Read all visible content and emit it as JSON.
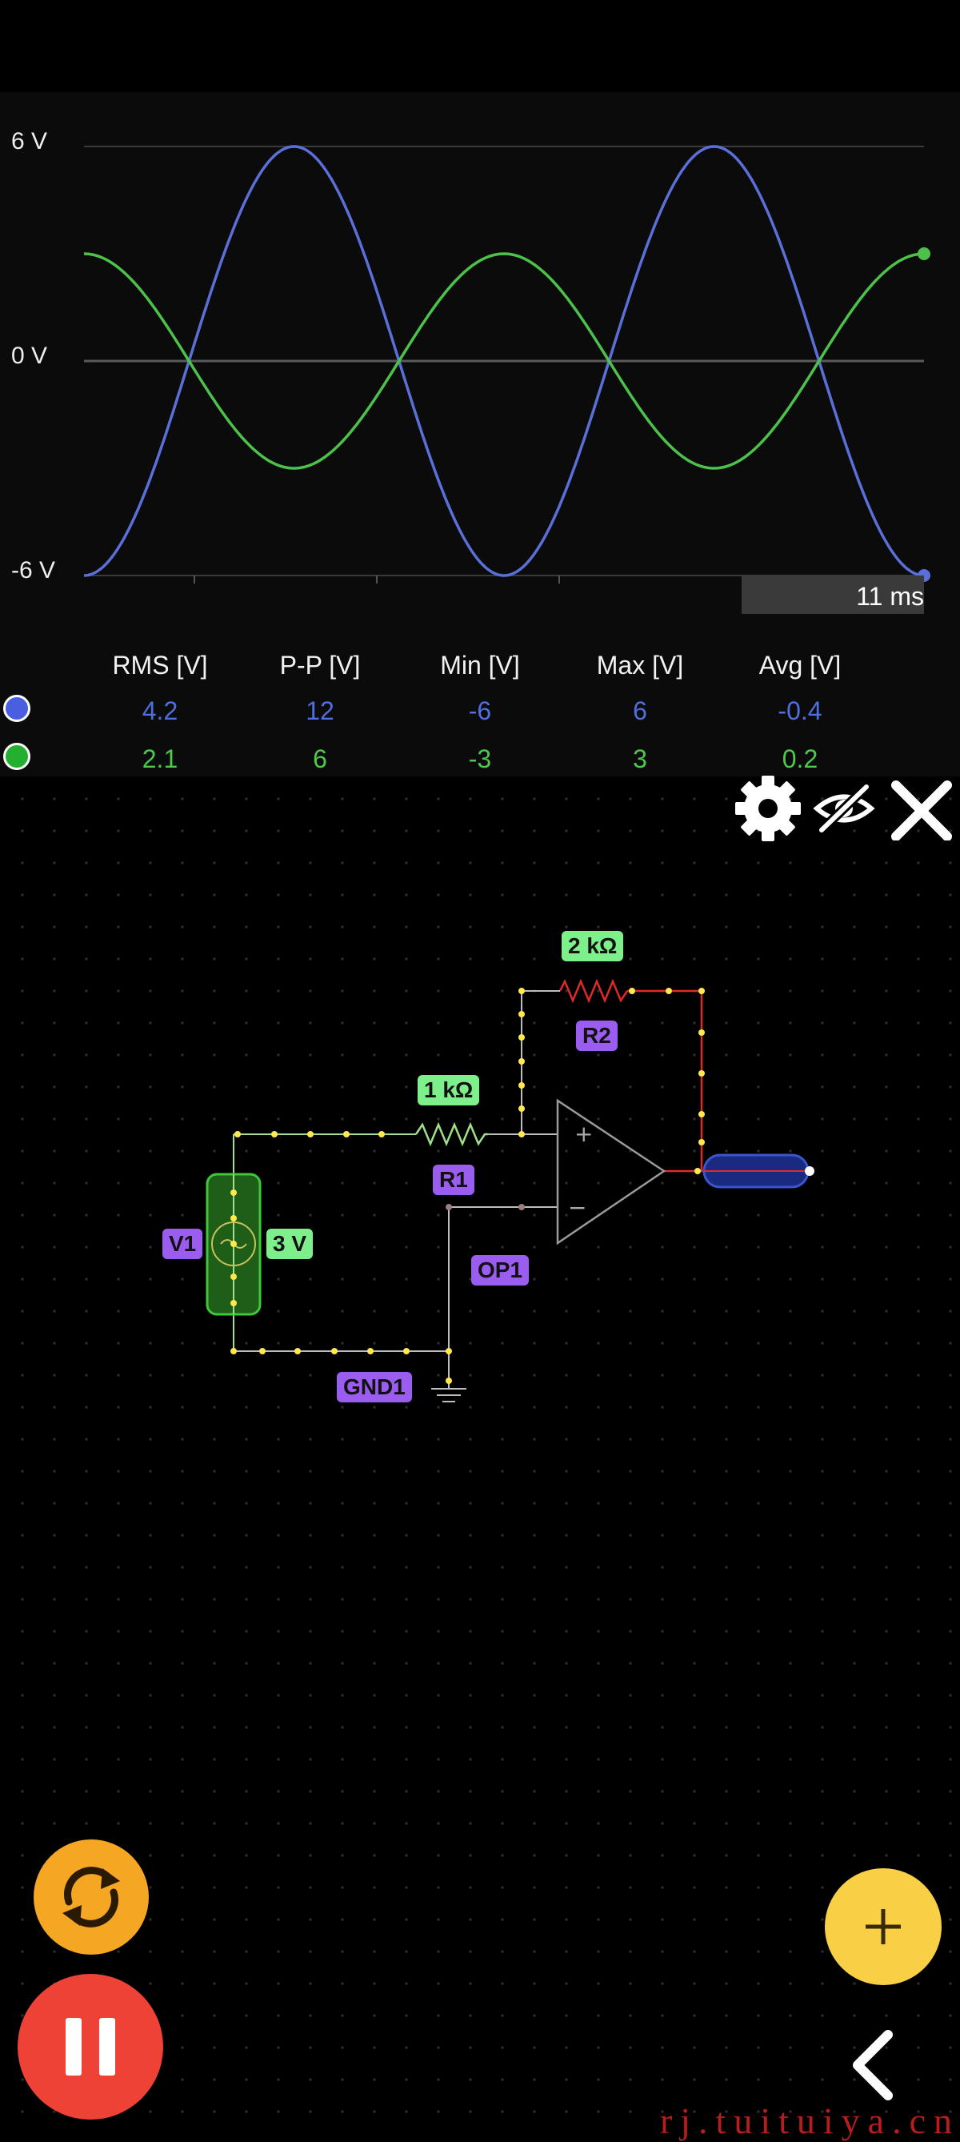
{
  "scope": {
    "y_labels": {
      "top": "6 V",
      "mid": "0 V",
      "bottom": "-6 V"
    },
    "time_window": "11 ms",
    "colors": {
      "channel1": "#5b6fd8",
      "channel2": "#4cc24a",
      "grid": "#3a3a3a"
    }
  },
  "chart_data": {
    "type": "line",
    "title": "",
    "xlabel": "",
    "ylabel": "",
    "ylim": [
      -6,
      6
    ],
    "y_ticks": [
      "6 V",
      "0 V",
      "-6 V"
    ],
    "x_window": "11 ms",
    "grid": true,
    "series": [
      {
        "name": "",
        "color": "#5b6fd8",
        "amplitude": 6,
        "periods": 2,
        "phase": "starts at minimum"
      },
      {
        "name": "",
        "color": "#4cc24a",
        "amplitude": 3,
        "periods": 2,
        "phase": "starts at maximum"
      }
    ]
  },
  "stats": {
    "headers": [
      "RMS [V]",
      "P-P [V]",
      "Min [V]",
      "Max [V]",
      "Avg [V]"
    ],
    "channels": [
      {
        "color": "#4a5fe0",
        "values": [
          "4.2",
          "12",
          "-6",
          "6",
          "-0.4"
        ]
      },
      {
        "color": "#22b02e",
        "values": [
          "2.1",
          "6",
          "-3",
          "3",
          "0.2"
        ]
      }
    ]
  },
  "toolbar": {
    "settings_icon": "gear-icon",
    "hide_icon": "eye-slash-icon",
    "close_icon": "close-icon"
  },
  "circuit": {
    "labels": {
      "r2_value": "2 kΩ",
      "r2_name": "R2",
      "r1_value": "1 kΩ",
      "r1_name": "R1",
      "v1_name": "V1",
      "v1_value": "3 V",
      "op1_name": "OP1",
      "gnd1_name": "GND1"
    },
    "opamp_plus": "+",
    "opamp_minus": "−"
  },
  "controls": {
    "refresh_icon": "refresh-icon",
    "pause_icon": "pause-icon",
    "add_icon": "plus-icon",
    "back_icon": "chevron-left-icon"
  },
  "watermark": "rj.tuituiya.cn"
}
